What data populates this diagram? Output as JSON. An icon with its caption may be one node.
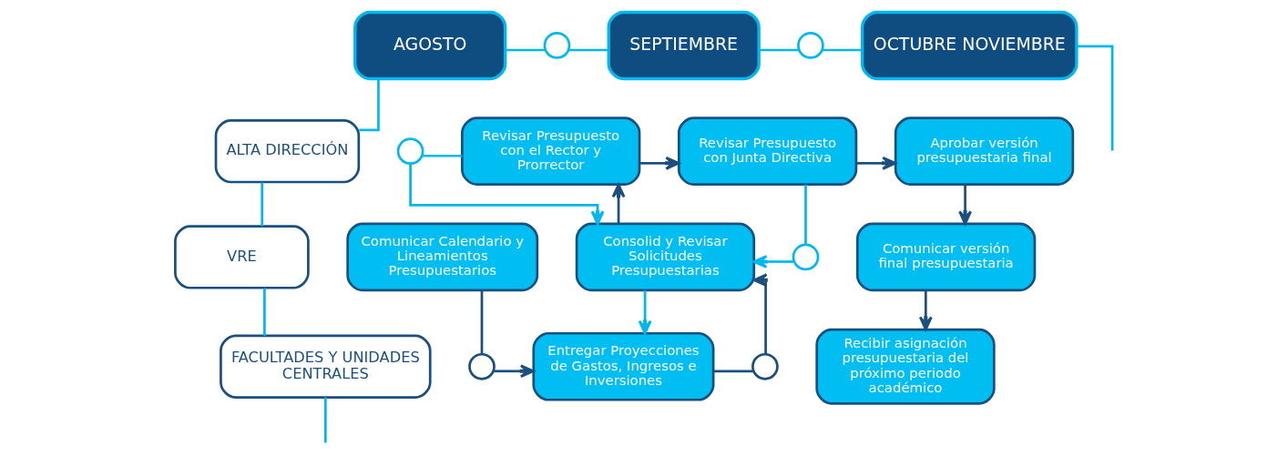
{
  "diagram": {
    "nodes": [
      {
        "text": [
          "AGOSTO"
        ]
      },
      {
        "text": [],
        "shape": "circle"
      },
      {
        "text": [
          "SEPTIEMBRE"
        ]
      },
      {
        "text": [],
        "shape": "circle"
      },
      {
        "text": [
          "OCTUBRE NOVIEMBRE"
        ]
      },
      {
        "text": [
          "ALTA DIRECCIÓN"
        ]
      },
      {
        "text": [
          "VRE"
        ]
      },
      {
        "text": [
          "FACULTADES Y UNIDADES CENTRALES"
        ]
      },
      {
        "text": [
          "Comunicar Calendario y Lineamientos Presupuestarios"
        ]
      },
      {
        "text": [],
        "shape": "circle"
      },
      {
        "text": [
          "Entregar Proyecciones de Gastos, Ingresos e Inversiones"
        ]
      },
      {
        "text": [],
        "shape": "circle"
      },
      {
        "text": [
          "Consolid y Revisar Solicitudes Presupuestarias"
        ]
      },
      {
        "text": [],
        "shape": "circle"
      },
      {
        "text": [
          "Revisar Presupuesto con el Rector y Prorrector"
        ]
      },
      {
        "text": [
          "Revisar Presupuesto con Junta Directiva"
        ]
      },
      {
        "text": [],
        "shape": "circle"
      },
      {
        "text": [
          "Aprobar versión presupuestaria final"
        ]
      },
      {
        "text": [
          "Comunicar versión final presupuestaria"
        ]
      },
      {
        "text": [
          "Recibir asignación presupuestaria del próximo periodo académico"
        ]
      }
    ],
    "edges": [
      {
        "from": 0,
        "to": 1,
        "arrow": "none"
      },
      {
        "from": 1,
        "to": 2,
        "arrow": "none"
      },
      {
        "from": 2,
        "to": 3,
        "arrow": "none"
      },
      {
        "from": 3,
        "to": 4,
        "arrow": "none"
      },
      {
        "from": 0,
        "to": 5,
        "arrow": "none"
      },
      {
        "from": 5,
        "to": 6,
        "arrow": "none"
      },
      {
        "from": 6,
        "to": 7,
        "arrow": "none"
      },
      {
        "from": 7,
        "to": null,
        "arrow": "none"
      },
      {
        "from": 4,
        "to": null,
        "arrow": "none"
      },
      {
        "from": 8,
        "to": 9,
        "arrow": "none",
        "color": "#1a4f80"
      },
      {
        "from": 9,
        "to": 10,
        "arrow": "to",
        "color": "#1a4f80"
      },
      {
        "from": 10,
        "to": 11,
        "arrow": "none",
        "color": "#1a4f80"
      },
      {
        "from": 11,
        "to": 12,
        "arrow": "to",
        "color": "#1a4f80"
      },
      {
        "from": 12,
        "to": 14,
        "arrow": "to",
        "color": "#1a4f80"
      },
      {
        "from": 14,
        "to": 13,
        "arrow": "none"
      },
      {
        "from": 13,
        "to": 12,
        "arrow": "to"
      },
      {
        "from": 14,
        "to": 15,
        "arrow": "to",
        "color": "#1a4f80"
      },
      {
        "from": 15,
        "to": 16,
        "arrow": "none"
      },
      {
        "from": 16,
        "to": 12,
        "arrow": "to"
      },
      {
        "from": 12,
        "to": 10,
        "arrow": "to"
      },
      {
        "from": 15,
        "to": 17,
        "arrow": "to",
        "color": "#1a4f80"
      },
      {
        "from": 17,
        "to": 18,
        "arrow": "to",
        "color": "#1a4f80"
      },
      {
        "from": 18,
        "to": 19,
        "arrow": "to",
        "color": "#1a4f80"
      }
    ]
  }
}
